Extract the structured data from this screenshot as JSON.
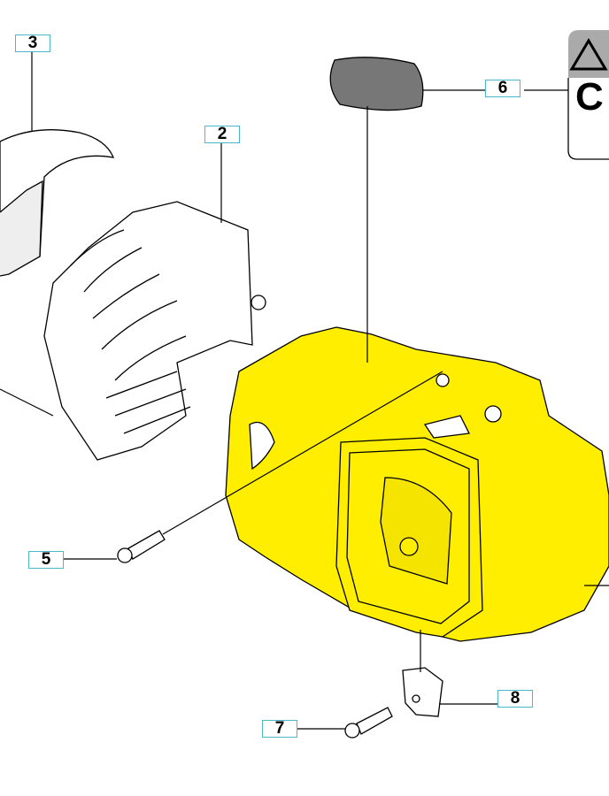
{
  "diagram": {
    "callouts": [
      {
        "id": "3",
        "label": "3"
      },
      {
        "id": "2",
        "label": "2"
      },
      {
        "id": "6",
        "label": "6"
      },
      {
        "id": "5",
        "label": "5"
      },
      {
        "id": "7",
        "label": "7"
      },
      {
        "id": "8",
        "label": "8"
      }
    ],
    "warning_sticker_letter": "C",
    "colors": {
      "highlight": "#ffee00",
      "callout_border": "#4ab8c8"
    }
  }
}
